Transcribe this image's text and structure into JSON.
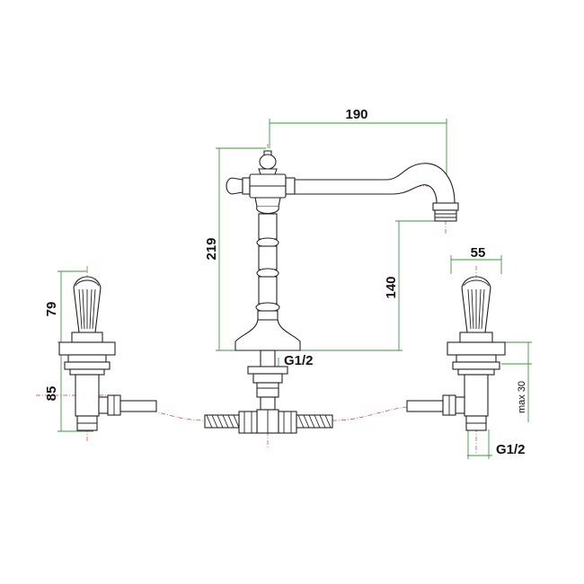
{
  "colors": {
    "dimension": "#3a9a3a",
    "centerline": "#d23a3a",
    "outline": "#222222"
  },
  "dimensions": {
    "spout_reach": "190",
    "body_height": "219",
    "spout_clearance": "140",
    "handle_diameter": "55",
    "handle_height": "79",
    "valve_height": "85",
    "deck_thickness": "max 30",
    "center_connection": "G1/2",
    "side_connection": "G1/2"
  }
}
